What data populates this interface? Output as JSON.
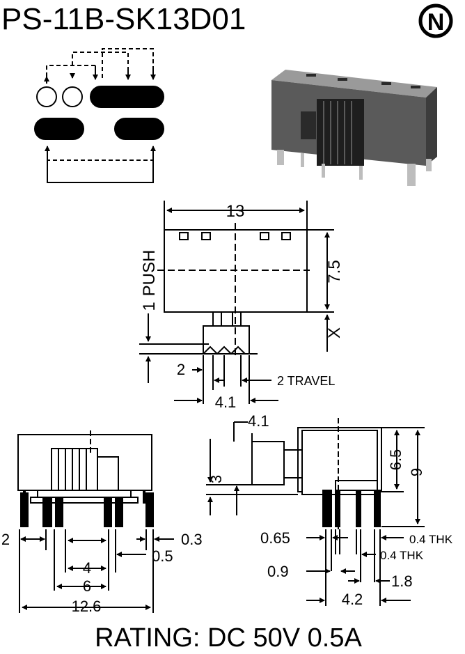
{
  "title": "PS-11B-SK13D01",
  "logo_letter": "N",
  "rating": "RATING: DC 50V 0.5A",
  "top_view": {
    "width": "13",
    "height": "7.5",
    "push": "PUSH",
    "push_travel": "1",
    "x": "X",
    "dim_2": "2",
    "travel": "2 TRAVEL",
    "dim_4_1": "4.1"
  },
  "front_view": {
    "dim_2": "2",
    "dim_0_3": "0.3",
    "dim_0_5": "0.5",
    "dim_4": "4",
    "dim_6": "6",
    "dim_12_6": "12.6"
  },
  "side_view": {
    "dim_4_1": "4.1",
    "dim_3": "3",
    "dim_6_5": "6.5",
    "dim_9": "9",
    "dim_0_65": "0.65",
    "thk_1": "0.4 THK",
    "thk_2": "0.4 THK",
    "dim_0_9": "0.9",
    "dim_1_8": "1.8",
    "dim_4_2": "4.2"
  },
  "colors": {
    "ink": "#000000",
    "paper": "#ffffff",
    "photo_body": "#5a5a5a",
    "photo_dark": "#1e1e1e"
  }
}
